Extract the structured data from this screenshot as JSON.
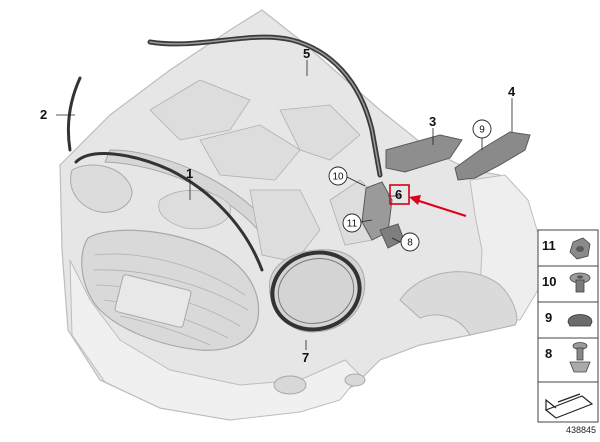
{
  "diagram": {
    "diagram_id": "438845",
    "colors": {
      "body": "#e4e4e4",
      "body_edge": "#bdbdbd",
      "seal": "#3a3a3a",
      "part_dark": "#8c8c8c",
      "highlight_box": "#d0021b",
      "arrow": "#e0001a"
    },
    "callouts": [
      {
        "id": "1",
        "label": "1"
      },
      {
        "id": "2",
        "label": "2"
      },
      {
        "id": "3",
        "label": "3"
      },
      {
        "id": "4",
        "label": "4"
      },
      {
        "id": "5",
        "label": "5"
      },
      {
        "id": "6",
        "label": "6"
      },
      {
        "id": "7",
        "label": "7"
      },
      {
        "id": "8",
        "label": "8"
      },
      {
        "id": "9",
        "label": "9"
      },
      {
        "id": "10",
        "label": "10"
      },
      {
        "id": "11",
        "label": "11"
      }
    ],
    "legend": [
      {
        "num": "11",
        "icon": "clip-nut-icon"
      },
      {
        "num": "10",
        "icon": "expanding-rivet-icon"
      },
      {
        "num": "9",
        "icon": "cap-icon"
      },
      {
        "num": "8",
        "icon": "push-rivet-icon"
      },
      {
        "icon": "adhesive-strip-icon"
      }
    ]
  }
}
